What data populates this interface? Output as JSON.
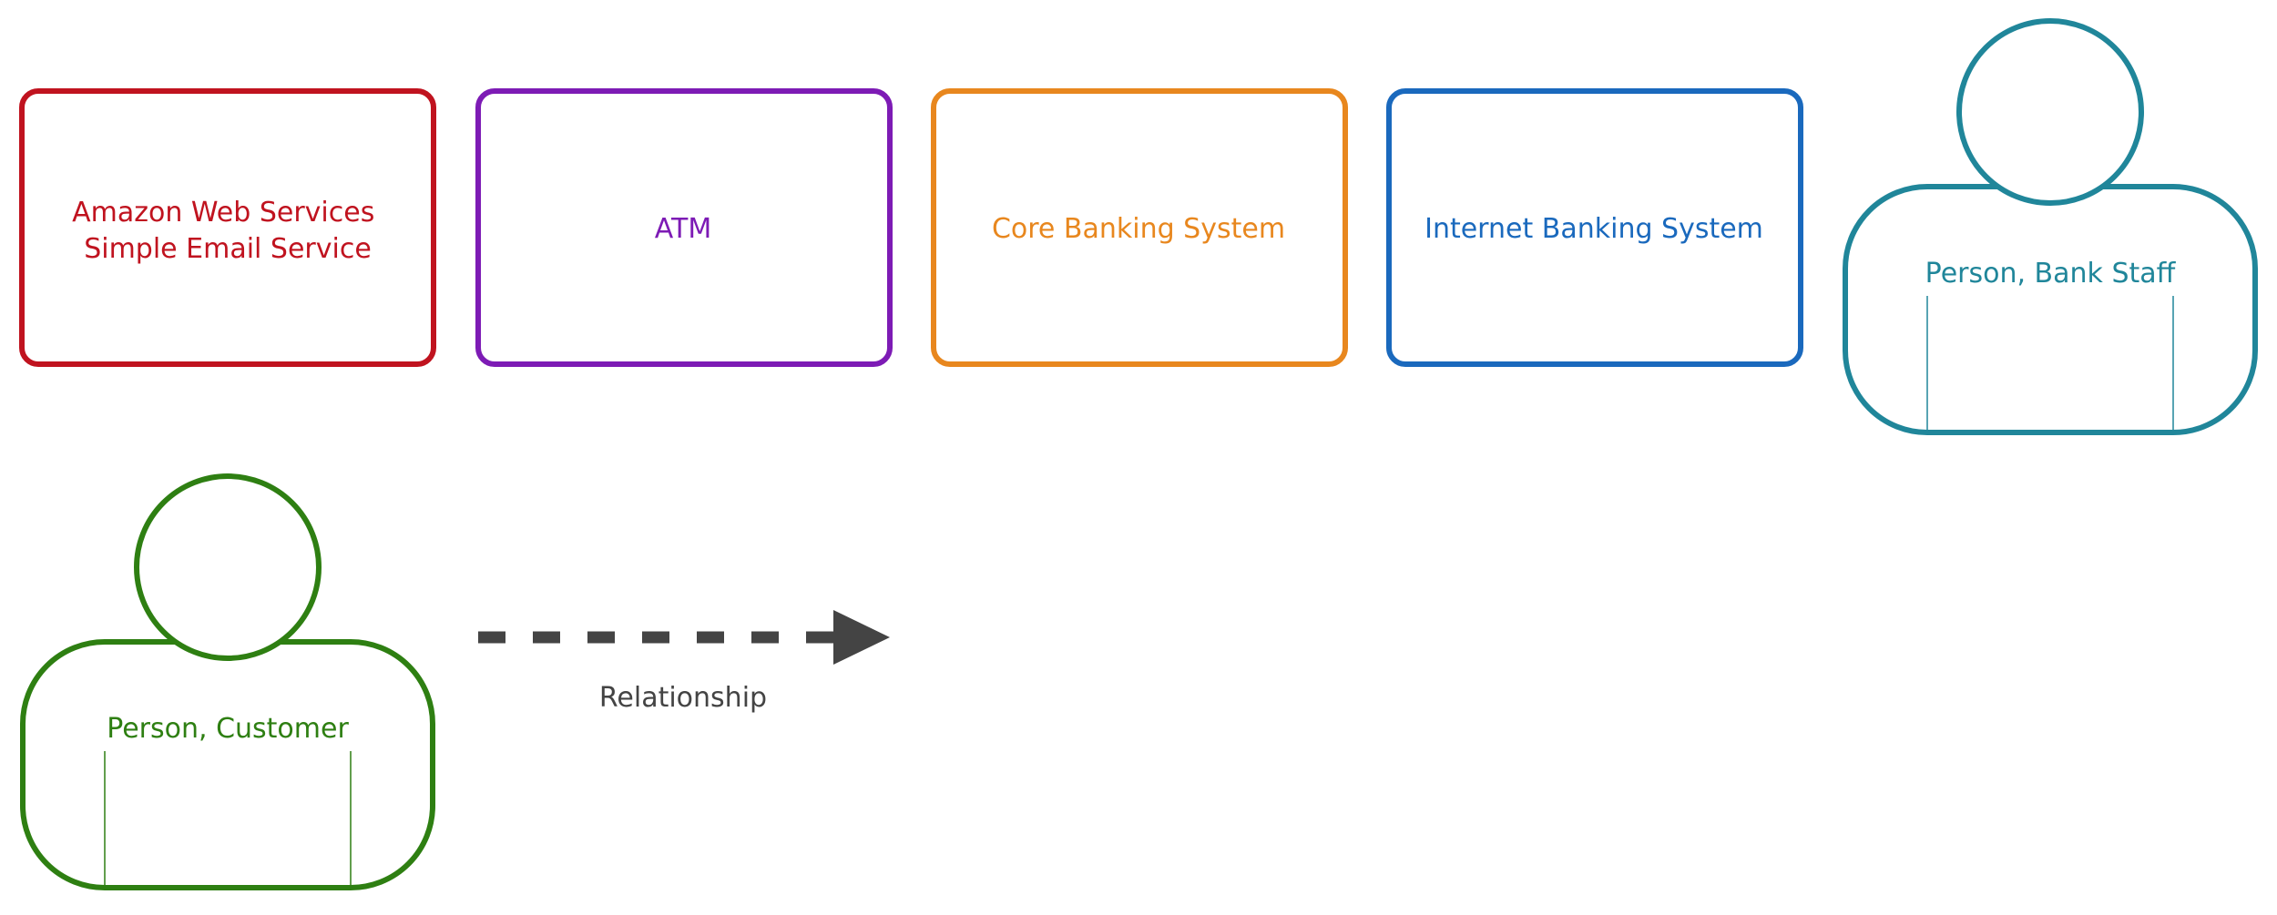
{
  "legend": {
    "elements": [
      {
        "id": "aws-ses",
        "kind": "box",
        "lines": [
          "Amazon Web Services",
          "Simple Email Service"
        ],
        "color": "#c0131f"
      },
      {
        "id": "atm",
        "kind": "box",
        "lines": [
          "ATM"
        ],
        "color": "#7d1bb5"
      },
      {
        "id": "core-banking",
        "kind": "box",
        "lines": [
          "Core Banking System"
        ],
        "color": "#e8871e"
      },
      {
        "id": "internet-banking",
        "kind": "box",
        "lines": [
          "Internet Banking System"
        ],
        "color": "#1a69bd"
      },
      {
        "id": "bank-staff",
        "kind": "person",
        "lines": [
          "Person, Bank Staff"
        ],
        "color": "#20869a"
      },
      {
        "id": "customer",
        "kind": "person",
        "lines": [
          "Person, Customer"
        ],
        "color": "#2e7f12"
      }
    ],
    "relationship": {
      "label": "Relationship",
      "color": "#444444",
      "style": "dashed"
    }
  }
}
